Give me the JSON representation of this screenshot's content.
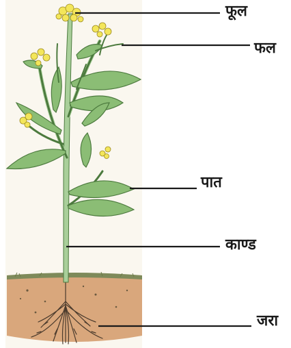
{
  "labels": {
    "flower": "फूल",
    "fruit": "फल",
    "leaf": "पात",
    "stem": "काण्ड",
    "root": "जरा"
  },
  "colors": {
    "soil": "#d9a77c",
    "soil_surface": "#7e8a5a",
    "stem": "#a9cf9a",
    "leaf": "#8bbd75",
    "leaf_dark": "#4c7a3e",
    "flower": "#f3e65a",
    "root": "#4a3a2c",
    "pointer_line": "#1a1a1a"
  }
}
